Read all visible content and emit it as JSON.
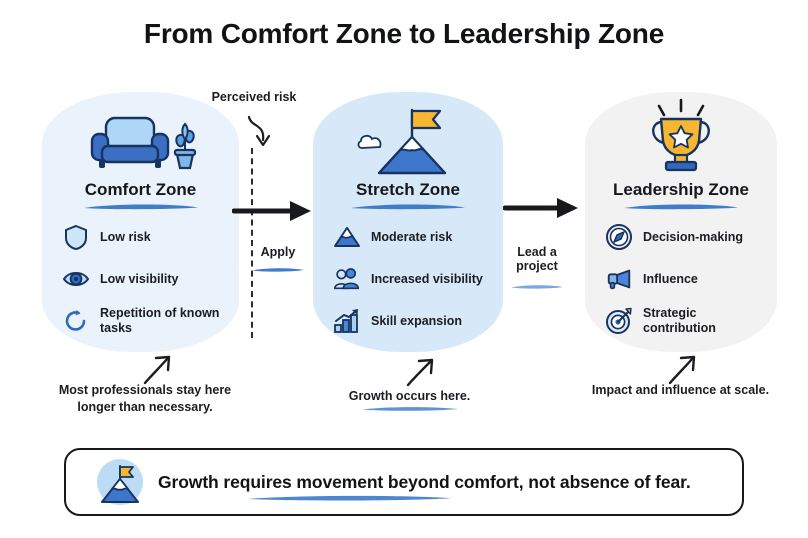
{
  "title": "From Comfort Zone to Leadership Zone",
  "colors": {
    "comfort_panel": "#eaf2fb",
    "stretch_panel": "#d7e8f8",
    "leadership_panel": "#f2f2f2",
    "accent_blue": "#4a86d8",
    "deep_blue": "#2c62ae",
    "gold": "#f5b731",
    "ink": "#16181d"
  },
  "zones": [
    {
      "id": "comfort",
      "title": "Comfort Zone",
      "hero_icon": "armchair-plant-icon",
      "features": [
        {
          "icon": "shield-icon",
          "label": "Low risk"
        },
        {
          "icon": "eye-icon",
          "label": "Low visibility"
        },
        {
          "icon": "refresh-icon",
          "label": "Repetition of known tasks"
        }
      ],
      "caption": "Most professionals stay here longer than necessary."
    },
    {
      "id": "stretch",
      "title": "Stretch Zone",
      "hero_icon": "mountain-flag-cloud-icon",
      "features": [
        {
          "icon": "mountain-icon",
          "label": "Moderate risk"
        },
        {
          "icon": "people-icon",
          "label": "Increased visibility"
        },
        {
          "icon": "growth-chart-icon",
          "label": "Skill expansion"
        }
      ],
      "caption": "Growth occurs here."
    },
    {
      "id": "leadership",
      "title": "Leadership Zone",
      "hero_icon": "trophy-icon",
      "features": [
        {
          "icon": "compass-icon",
          "label": "Decision-making"
        },
        {
          "icon": "megaphone-icon",
          "label": "Influence"
        },
        {
          "icon": "target-arrow-icon",
          "label": "Strategic contribution"
        }
      ],
      "caption": "Impact and influence at scale."
    }
  ],
  "connectors": {
    "perceived_risk": "Perceived risk",
    "apply": "Apply",
    "lead_a_project": "Lead a project"
  },
  "banner": {
    "icon": "mountain-flag-badge-icon",
    "text": "Growth requires movement beyond comfort, not absence of fear."
  }
}
